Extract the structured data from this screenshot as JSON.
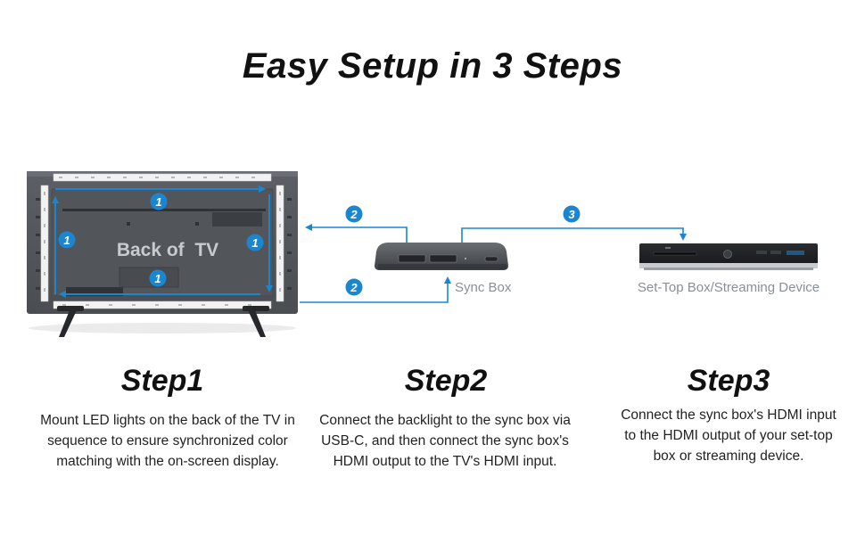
{
  "title": "Easy Setup in 3 Steps",
  "labels": {
    "back_of_tv": "Back of  TV",
    "sync_box": "Sync Box",
    "set_top_box": "Set-Top Box/Streaming Device"
  },
  "badges": {
    "step1": "1",
    "step2": "2",
    "step3": "3"
  },
  "steps": [
    {
      "title": "Step1",
      "description": "Mount LED lights on the back of the TV in sequence to ensure synchronized color matching with the on-screen display."
    },
    {
      "title": "Step2",
      "description": "Connect the backlight to the sync box via USB-C, and then connect the sync box's HDMI output to the TV's HDMI input."
    },
    {
      "title": "Step3",
      "description": "Connect the sync box's HDMI input to the HDMI output of your set-top box or streaming device."
    }
  ],
  "colors": {
    "accent": "#1a86d0",
    "tv_body": "#55585d",
    "text": "#111111",
    "label_gray": "#8a8f95"
  }
}
